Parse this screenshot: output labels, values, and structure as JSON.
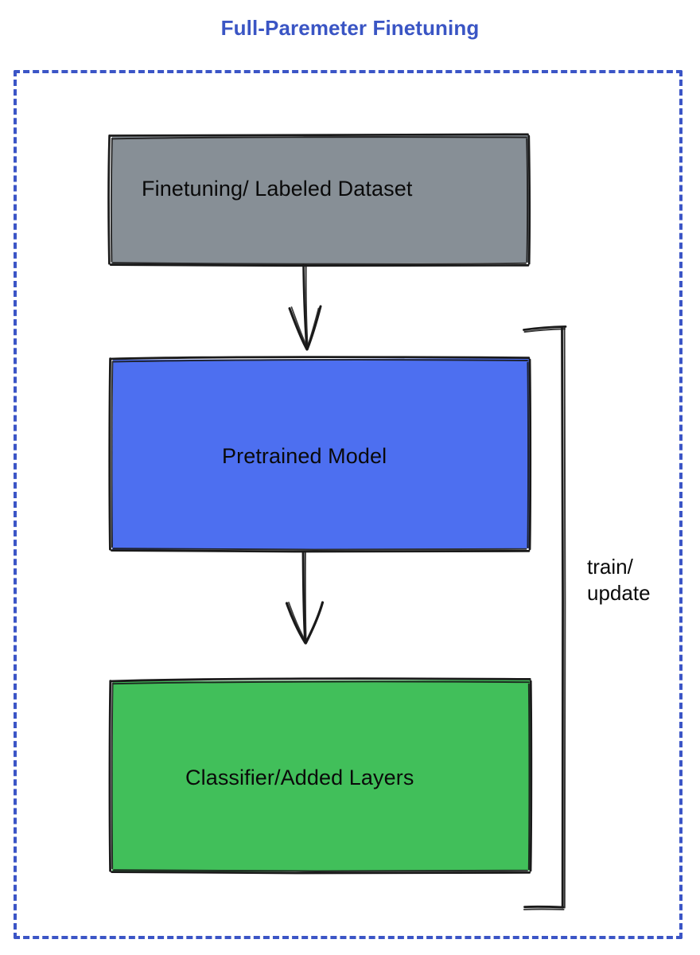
{
  "diagram": {
    "title": "Full-Paremeter Finetuning",
    "title_color": "#3a55c4",
    "frame_color": "#3b55c6",
    "background": "#ffffff",
    "stroke_color": "#1a1a1a",
    "style": "hand-drawn"
  },
  "nodes": [
    {
      "id": "dataset",
      "label": "Finetuning/ Labeled Dataset",
      "fill": "#878f96",
      "text_color": "#0a0a0a",
      "shape": "rectangle"
    },
    {
      "id": "pretrained",
      "label": "Pretrained Model",
      "fill": "#4d6ff0",
      "text_color": "#0a0a0a",
      "shape": "rectangle"
    },
    {
      "id": "classifier",
      "label": "Classifier/Added Layers",
      "fill": "#41bf5a",
      "text_color": "#0a0a0a",
      "shape": "rectangle"
    }
  ],
  "edges": [
    {
      "id": "dataset-to-pretrained",
      "from": "dataset",
      "to": "pretrained",
      "label": "",
      "arrow": "down"
    },
    {
      "id": "pretrained-to-classifier",
      "from": "pretrained",
      "to": "classifier",
      "label": "",
      "arrow": "down"
    },
    {
      "id": "feedback-loop",
      "from": "classifier",
      "to": "pretrained",
      "label": "train/\nupdate",
      "arrow": "bracket"
    }
  ],
  "edge_labels": {
    "feedback": "train/\nupdate"
  }
}
